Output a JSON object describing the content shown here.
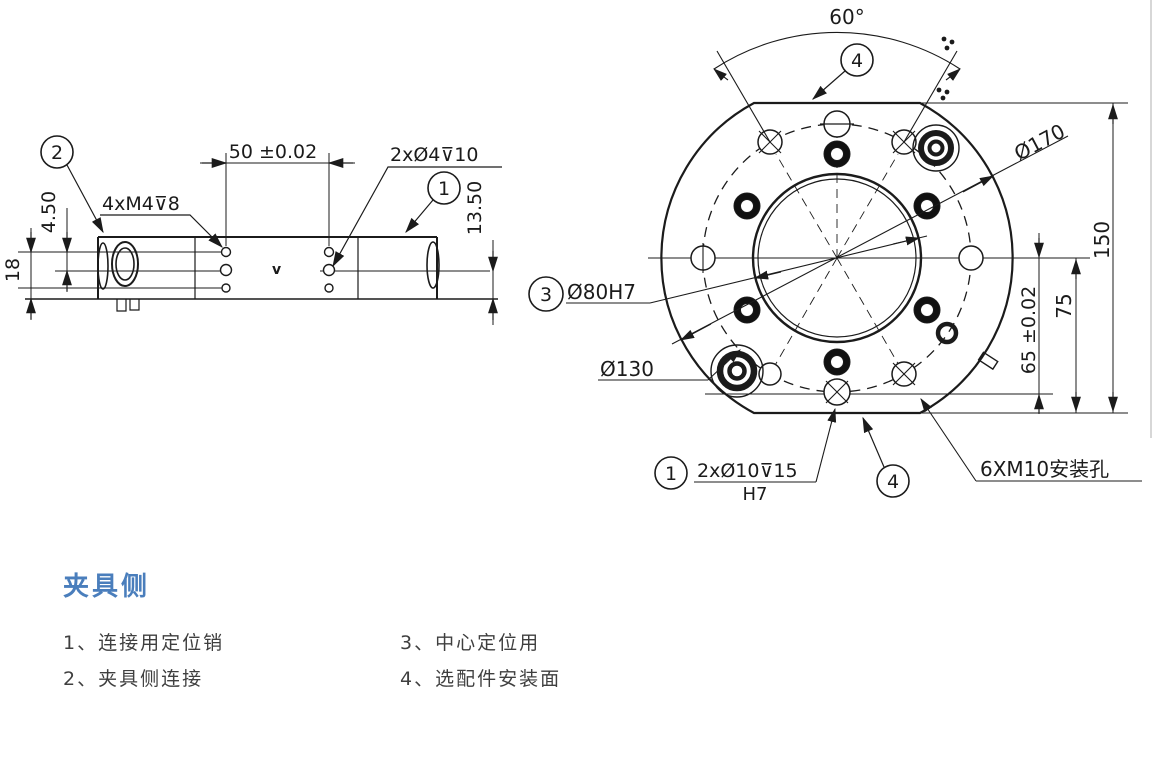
{
  "side": {
    "balloon_top_left": "2",
    "balloon_top_right": "1",
    "dim_width": "50 ±0.02",
    "label_m4": "4xM4⊽8",
    "label_d4": "2xØ4⊽10",
    "dim_450": "4.50",
    "dim_18": "18",
    "dim_1350": "13.50",
    "check": "v"
  },
  "front": {
    "dim_angle": "60°",
    "balloon_top": "4",
    "balloon_bore": "3",
    "balloon_pin": "1",
    "balloon_surface": "4",
    "dim_d170": "Ø170",
    "dim_150": "150",
    "dim_75": "75",
    "dim_65": "65 ±0.02",
    "dim_d80": "Ø80H7",
    "dim_d130": "Ø130",
    "label_pin_num": "2xØ10⊽15",
    "label_pin_den": "H7",
    "label_m10": "6XM10安装孔"
  },
  "legend": {
    "heading": "夹具侧",
    "heading_color": "#4a7ebc",
    "items": [
      {
        "label": "1、连接用定位销"
      },
      {
        "label": "2、夹具侧连接"
      },
      {
        "label": "3、中心定位用"
      },
      {
        "label": "4、选配件安装面"
      }
    ]
  }
}
